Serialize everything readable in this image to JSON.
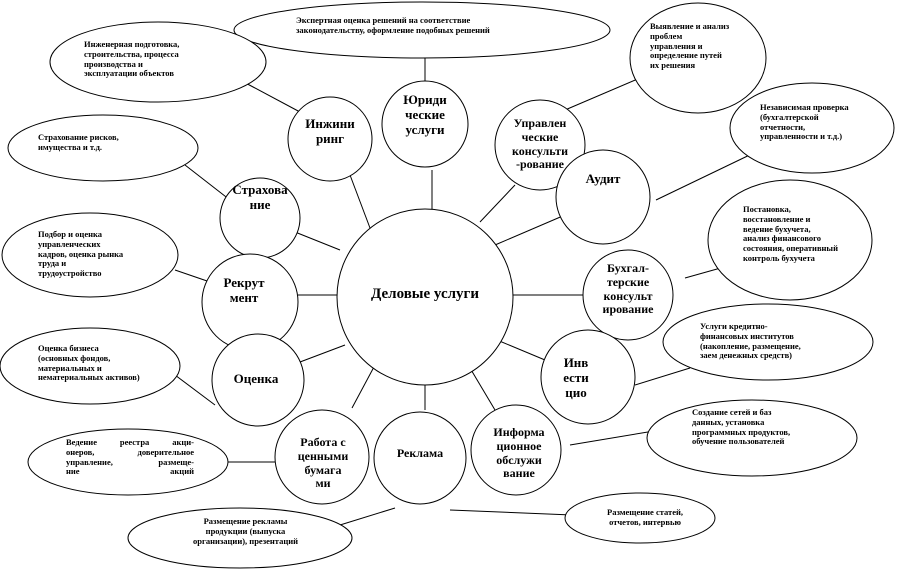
{
  "center": "Деловые услуги",
  "services": {
    "legal": "Юриди\nческие\nуслуги",
    "engineering": "Инжини\nринг",
    "management": "Управлен\nческие\nконсульти\n-рование",
    "audit": "Аудит",
    "insurance": "Страхова\nние",
    "accounting": "Бухгал-\nтерские\nконсульт\nирование",
    "recruitment": "Рекрут\nмент",
    "investment": "Инв\nести\nцио",
    "valuation": "Оценка",
    "it": "Информа\nционное\nобслужи\nвание",
    "securities": "Работа с\nценными\nбумага\nми",
    "advertising": "Реклама"
  },
  "bubbles": {
    "legal": "Экспертная оценка решений на соответствие\nзаконодательству, оформление подобных решений",
    "engineering": "Инженерная подготовка,\nстроительства, процесса\nпроизводства и\nэксплуатации объектов",
    "management": "Выявление и анализ\nпроблем\nуправления и\nопределение путей\nих решения",
    "audit": "Независимая проверка\n(бухгалтерской\nотчетности,\nуправленности и т.д.)",
    "insurance": "Страхование рисков,\nимущества и т.д.",
    "accounting": "Постановка,\nвосстановление и\nведение бухучета,\nанализ финансового\nсостояния, оперативный\nконтроль бухучета",
    "recruitment": "Подбор и оценка\nуправленческих\nкадров, оценка рынка\nтруда и\nтрудоустройство",
    "investment": "Услуги кредитно-\nфинансовых институтов\n(накопление, размещение,\nзаем денежных средств)",
    "valuation": "Оценка бизнеса\n(основных фондов,\nматериальных и\nнематериальных активов)",
    "it": "Создание сетей и  баз\nданных, установка\nпрограммных продуктов,\nобучение пользователей",
    "securities": "Ведение  реестра  акци-\nонеров,   доверительное\nуправление,   размеще-\nние  акций",
    "advertising_a": "Размещение рекламы\nпродукции (выпуска\nорганизации), презентаций",
    "advertising_b": "Размещение статей,\nотчетов, интервью"
  }
}
